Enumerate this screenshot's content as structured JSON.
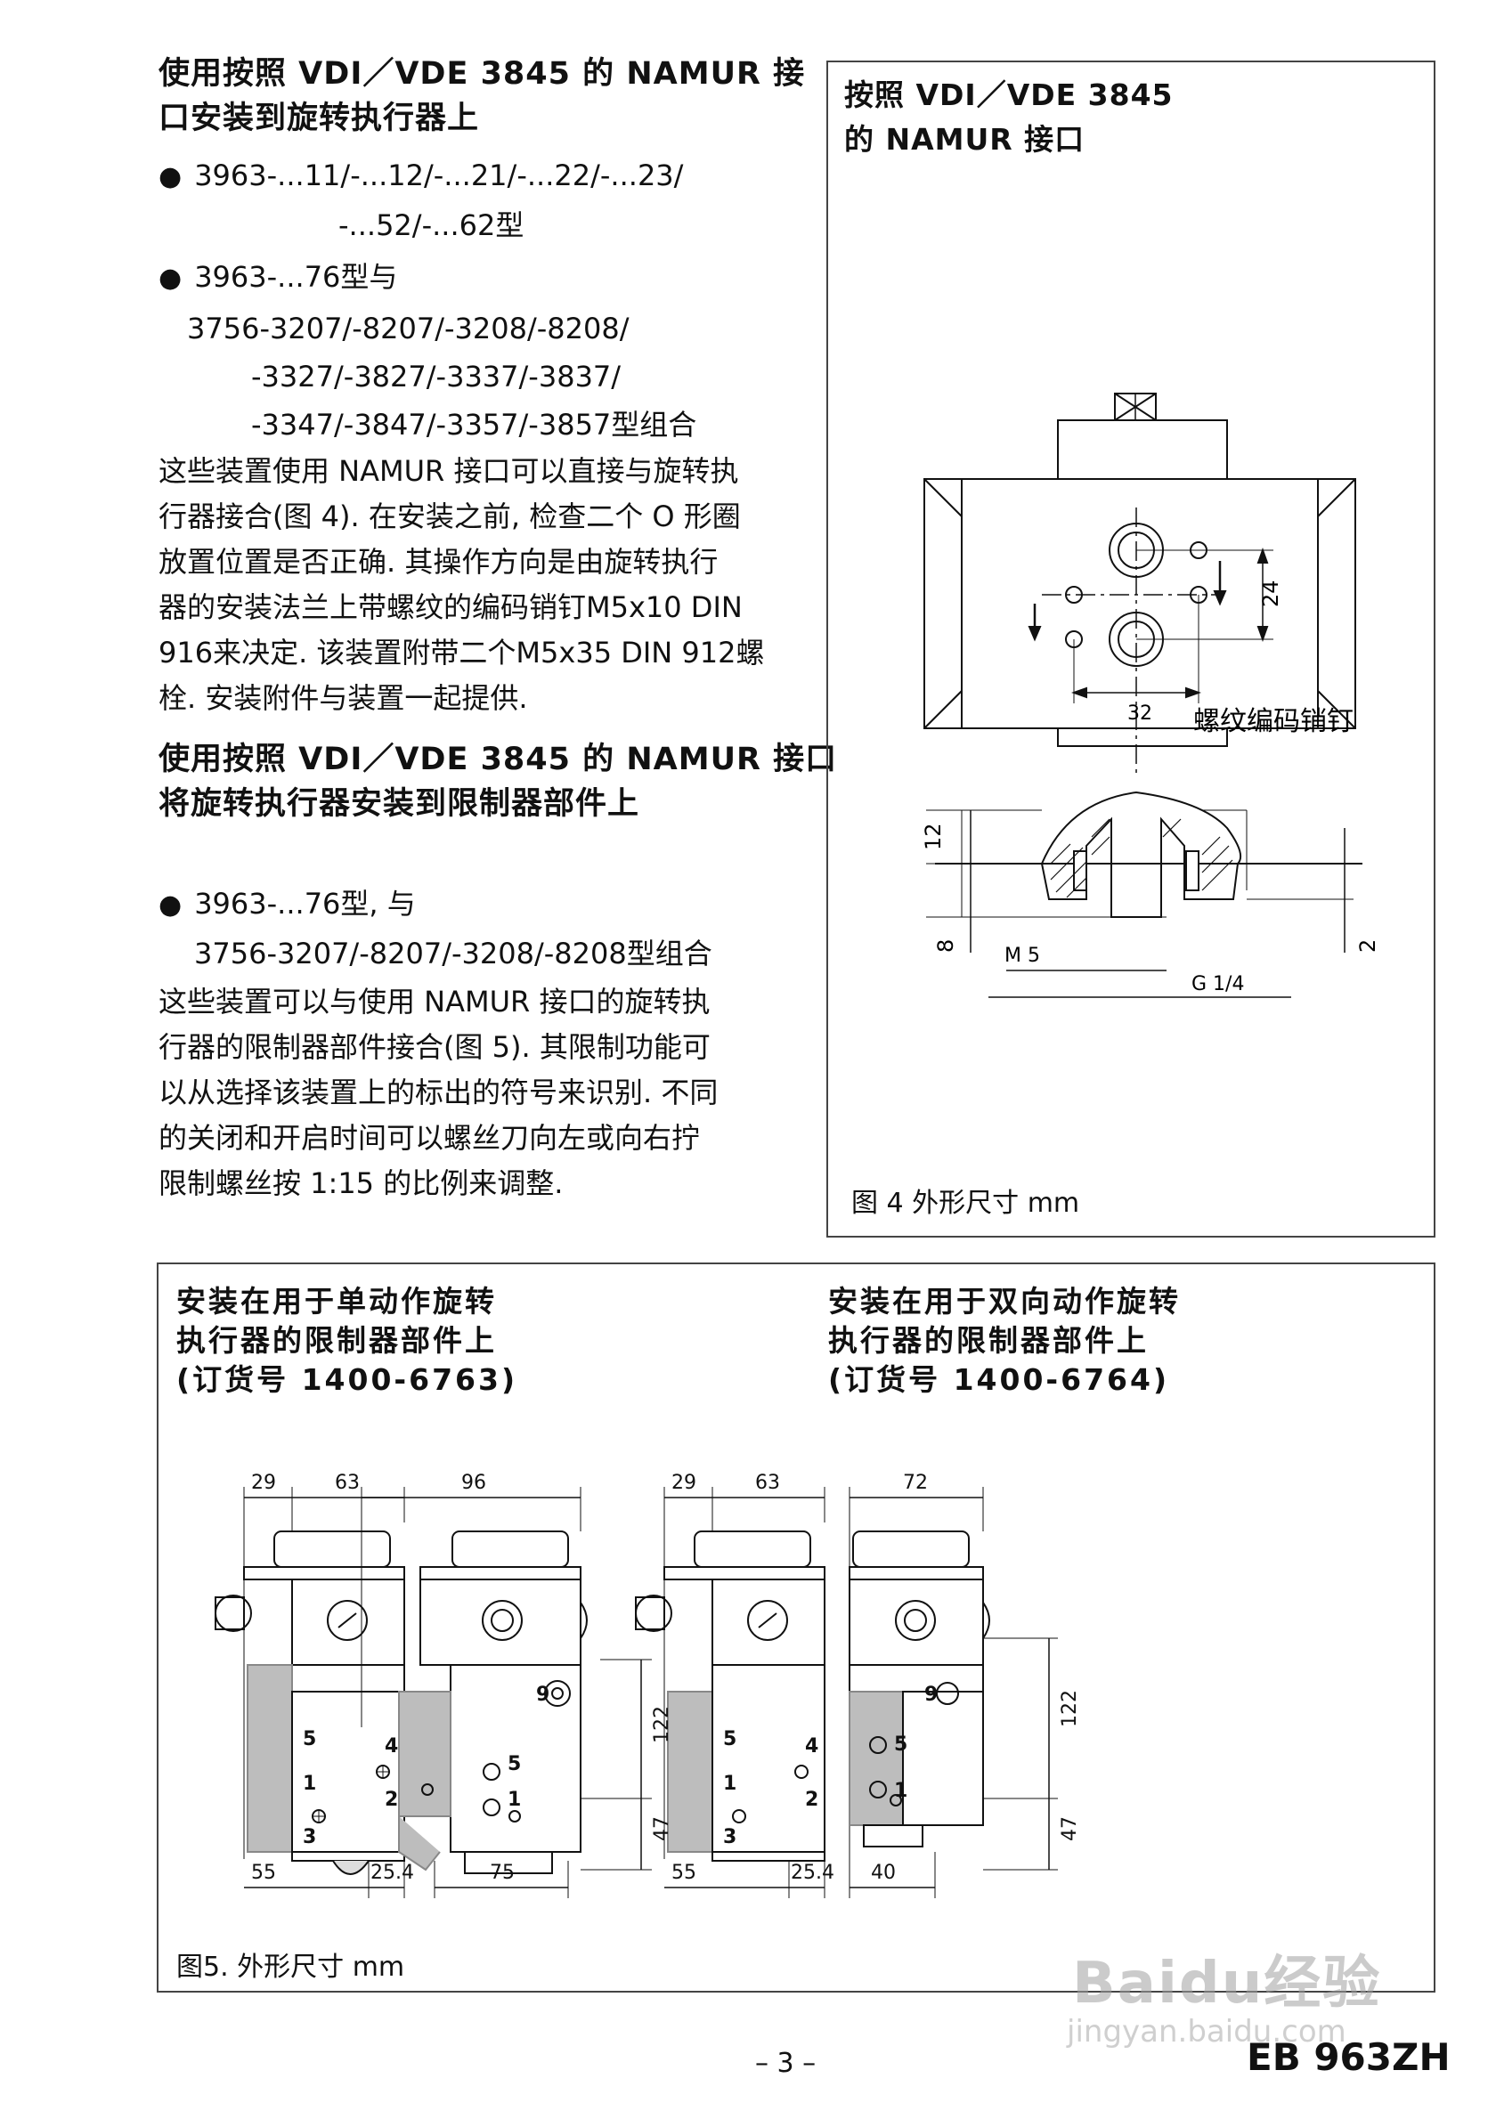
{
  "left_column": {
    "section1": {
      "heading": [
        "使用按照 VDI／VDE  3845 的 NAMUR 接",
        "口安装到旋转执行器上"
      ],
      "bullet1": [
        "3963-...11/-...12/-...21/-...22/-...23/",
        "-...52/-...62型"
      ],
      "bullet2": [
        "3963-...76型与",
        "3756-3207/-8207/-3208/-8208/",
        "-3327/-3827/-3337/-3837/",
        "-3347/-3847/-3357/-3857型组合"
      ],
      "paragraph": [
        "这些装置使用 NAMUR 接口可以直接与旋转执",
        "行器接合(图 4). 在安装之前, 检查二个 O 形圈",
        "放置位置是否正确. 其操作方向是由旋转执行",
        "器的安装法兰上带螺纹的编码销钉M5x10 DIN",
        "916来决定. 该装置附带二个M5x35 DIN 912螺",
        "栓. 安装附件与装置一起提供."
      ]
    },
    "section2": {
      "heading": [
        "使用按照 VDI／VDE 3845 的 NAMUR 接口",
        "将旋转执行器安装到限制器部件上"
      ],
      "bullet1": [
        "3963-...76型, 与",
        "3756-3207/-8207/-3208/-8208型组合"
      ],
      "paragraph": [
        "这些装置可以与使用 NAMUR 接口的旋转执",
        "行器的限制器部件接合(图 5). 其限制功能可",
        "以从选择该装置上的标出的符号来识别. 不同",
        "的关闭和开启时间可以螺丝刀向左或向右拧",
        "限制螺丝按 1:15 的比例来调整."
      ]
    }
  },
  "figure4": {
    "title": [
      "按照 VDI／VDE  3845",
      "的 NAMUR 接口"
    ],
    "label_pin": "螺纹编码销钉",
    "dim_24": "24",
    "dim_32": "32",
    "dim_12": "12",
    "dim_8": "8",
    "dim_2": "2",
    "label_m5": "M 5",
    "label_g": "G 1/4",
    "caption": "图 4 外形尺寸 mm"
  },
  "figure5": {
    "left_title": [
      "安装在用于单动作旋转",
      "执行器的限制器部件上",
      "(订货号 1400-6763)"
    ],
    "right_title": [
      "安装在用于双向动作旋转",
      "执行器的限制器部件上",
      "(订货号 1400-6764)"
    ],
    "single": {
      "front": {
        "top_a": "29",
        "top_b": "63",
        "bottom_a": "55",
        "bottom_b": "25.4"
      },
      "side": {
        "top": "96",
        "right_a": "122",
        "right_b": "47",
        "bottom": "75"
      }
    },
    "double": {
      "front": {
        "top_a": "29",
        "top_b": "63",
        "bottom_a": "55",
        "bottom_b": "25.4"
      },
      "side": {
        "top": "72",
        "right_a": "122",
        "right_b": "47",
        "bottom": "40"
      }
    },
    "port_labels": {
      "p5": "5",
      "p1": "1",
      "p3": "3",
      "p4": "4",
      "p2": "2",
      "p9": "9"
    },
    "caption": "图5. 外形尺寸 mm"
  },
  "footer": {
    "page_number": "– 3 –",
    "doc_id": "EB 963ZH",
    "watermark": "Baidu经验",
    "watermark_url": "jingyan.baidu.com"
  }
}
